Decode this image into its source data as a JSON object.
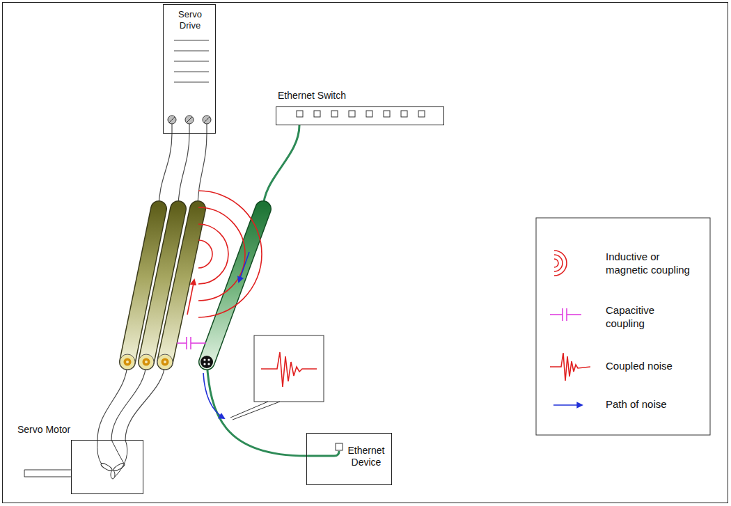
{
  "diagram": {
    "nodes": [
      {
        "text": [
          "Servo Drive"
        ]
      },
      {
        "text": [
          "Ethernet Switch"
        ]
      },
      {
        "text": [
          "Servo Motor"
        ]
      },
      {
        "text": [
          "Ethernet Device"
        ]
      }
    ],
    "edges": [
      {
        "from": 0,
        "to": 2,
        "arrow": "none"
      },
      {
        "from": 0,
        "to": 2,
        "arrow": "none"
      },
      {
        "from": 0,
        "to": 2,
        "arrow": "none"
      },
      {
        "from": 1,
        "to": 3,
        "arrow": "none"
      }
    ],
    "legend": [
      {
        "text": "Inductive or magnetic coupling"
      },
      {
        "text": "Capacitive coupling"
      },
      {
        "text": "Coupled noise"
      },
      {
        "text": "Path of noise"
      }
    ]
  }
}
